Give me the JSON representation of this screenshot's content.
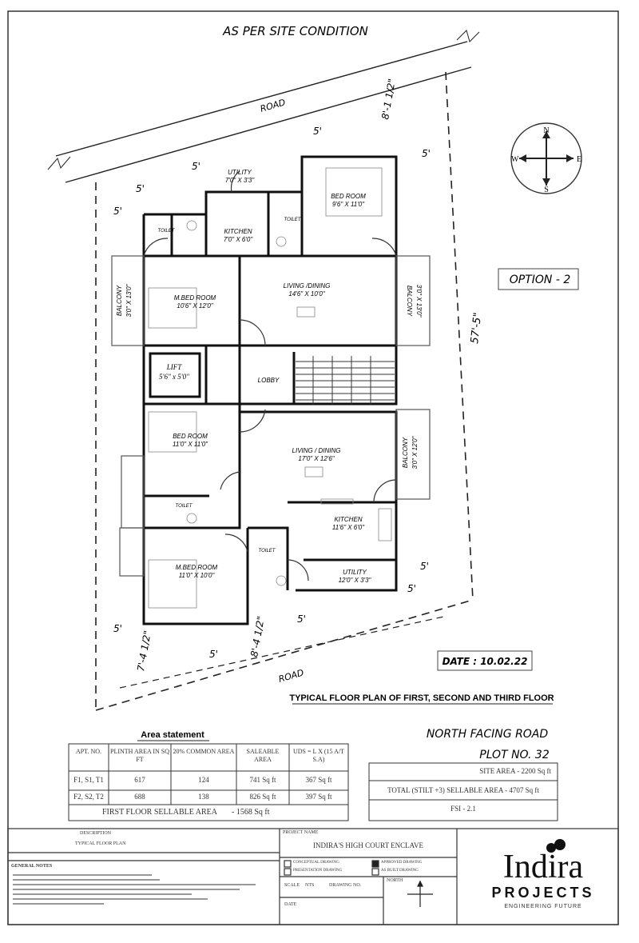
{
  "drawing": {
    "site_condition": "AS PER SITE CONDITION",
    "road_top_label": "ROAD",
    "road_bottom_label": "ROAD",
    "option": "OPTION - 2",
    "date": "DATE : 10.02.22",
    "plan_title": "TYPICAL FLOOR PLAN OF FIRST, SECOND AND THIRD FLOOR",
    "road_facing": "NORTH FACING ROAD",
    "plot_no": "PLOT NO. 32"
  },
  "dimensions": {
    "setback_5": "5'",
    "right_depth": "57'-5\"",
    "top_right": "8'-1 1/2\"",
    "bottom_left": "7'-4 1/2\"",
    "bottom_mid": "8'-4 1/2\""
  },
  "compass": {
    "n": "N",
    "s": "S",
    "e": "E",
    "w": "W"
  },
  "rooms": {
    "utility_top": {
      "name": "UTILITY",
      "size": "7'0\" X 3'3\""
    },
    "kitchen_top": {
      "name": "KITCHEN",
      "size": "7'0\" X 6'0\""
    },
    "bed_top": {
      "name": "BED ROOM",
      "size": "9'6\" X 11'0\""
    },
    "toilet_top_left": {
      "name": "TOILET",
      "size": ""
    },
    "toilet_top_mid": {
      "name": "TOILET",
      "size": ""
    },
    "m_bed_top": {
      "name": "M.BED ROOM",
      "size": "10'6\" X 12'0\""
    },
    "living_top": {
      "name": "LIVING /DINING",
      "size": "14'6\" X 10'0\""
    },
    "balcony_left_top": {
      "name": "BALCONY",
      "size": "3'0\" X 13'0\""
    },
    "balcony_right_top": {
      "name": "BALCONY",
      "size": "3'0\" X 13'0\""
    },
    "lift": {
      "name": "LIFT",
      "size": "5'6\" x 5'0\""
    },
    "lobby": {
      "name": "LOBBY"
    },
    "bed_mid": {
      "name": "BED ROOM",
      "size": "11'0\" X 11'0\""
    },
    "living_bottom": {
      "name": "LIVING / DINING",
      "size": "17'0\" X 12'6\""
    },
    "balcony_right_bottom": {
      "name": "BALCONY",
      "size": "3'0\" X 12'0\""
    },
    "toilet_mid": {
      "name": "TOILET",
      "size": ""
    },
    "kitchen_bottom": {
      "name": "KITCHEN",
      "size": "11'6\" X 6'0\""
    },
    "toilet_bottom": {
      "name": "TOILET",
      "size": ""
    },
    "m_bed_bottom": {
      "name": "M.BED ROOM",
      "size": "11'0\" X 10'0\""
    },
    "utility_bottom": {
      "name": "UTILITY",
      "size": "12'0\" X 3'3\""
    }
  },
  "area_statement": {
    "title": "Area statement",
    "headers": [
      "APT. NO.",
      "PLINTH AREA IN SQ FT",
      "20% COMMON AREA",
      "SALEABLE AREA",
      "UDS = L X (15 A/T S.A)"
    ],
    "rows": [
      [
        "F1, S1, T1",
        "617",
        "124",
        "741 Sq ft",
        "367 Sq ft"
      ],
      [
        "F2, S2, T2",
        "688",
        "138",
        "826 Sq ft",
        "397 Sq ft"
      ]
    ],
    "footer_label": "FIRST FLOOR SELLABLE AREA",
    "footer_value": "- 1568 Sq ft"
  },
  "summary": [
    "SITE AREA - 2200 Sq ft",
    "TOTAL (STILT +3) SELLABLE AREA - 4707 Sq ft",
    "FSI - 2.1"
  ],
  "title_block": {
    "project_name_label": "PROJECT NAME",
    "project_name": "INDIRA'S HIGH COURT ENCLAVE",
    "description_label": "DESCRIPTION",
    "description": "TYPICAL FLOOR PLAN",
    "general_notes": "GENERAL NOTES",
    "legend": [
      "CONCEPTUAL DRAWING",
      "PRESENTATION DRAWING",
      "APPROVED DRAWING",
      "AS BUILT DRAWING"
    ],
    "scale_label": "SCALE",
    "scale": "NTS",
    "drawing_no_label": "DRAWING NO.",
    "date_label": "DATE",
    "north_label": "NORTH"
  },
  "brand": {
    "name": "Indira",
    "sub": "PROJECTS",
    "tagline": "ENGINEERING FUTURE"
  }
}
